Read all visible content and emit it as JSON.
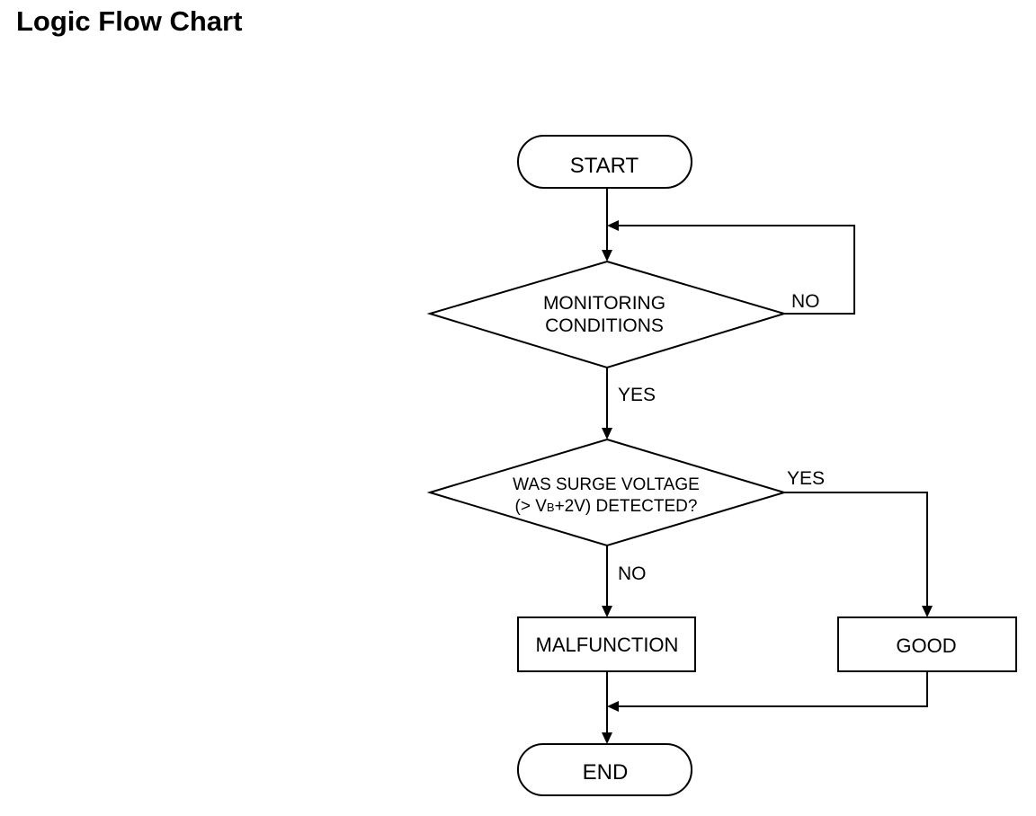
{
  "page": {
    "title": "Logic Flow Chart"
  },
  "flowchart": {
    "start": "START",
    "monitoring_decision": {
      "line1": "MONITORING",
      "line2": "CONDITIONS"
    },
    "monitoring_no": "NO",
    "monitoring_yes": "YES",
    "surge_decision": {
      "line1": "WAS SURGE VOLTAGE",
      "line2_prefix": "(> V",
      "line2_subscript": "B",
      "line2_suffix": "+2V) DETECTED?"
    },
    "surge_yes": "YES",
    "surge_no": "NO",
    "malfunction": "MALFUNCTION",
    "good": "GOOD",
    "end": "END"
  },
  "colors": {
    "line": "#000000",
    "background": "#ffffff"
  }
}
